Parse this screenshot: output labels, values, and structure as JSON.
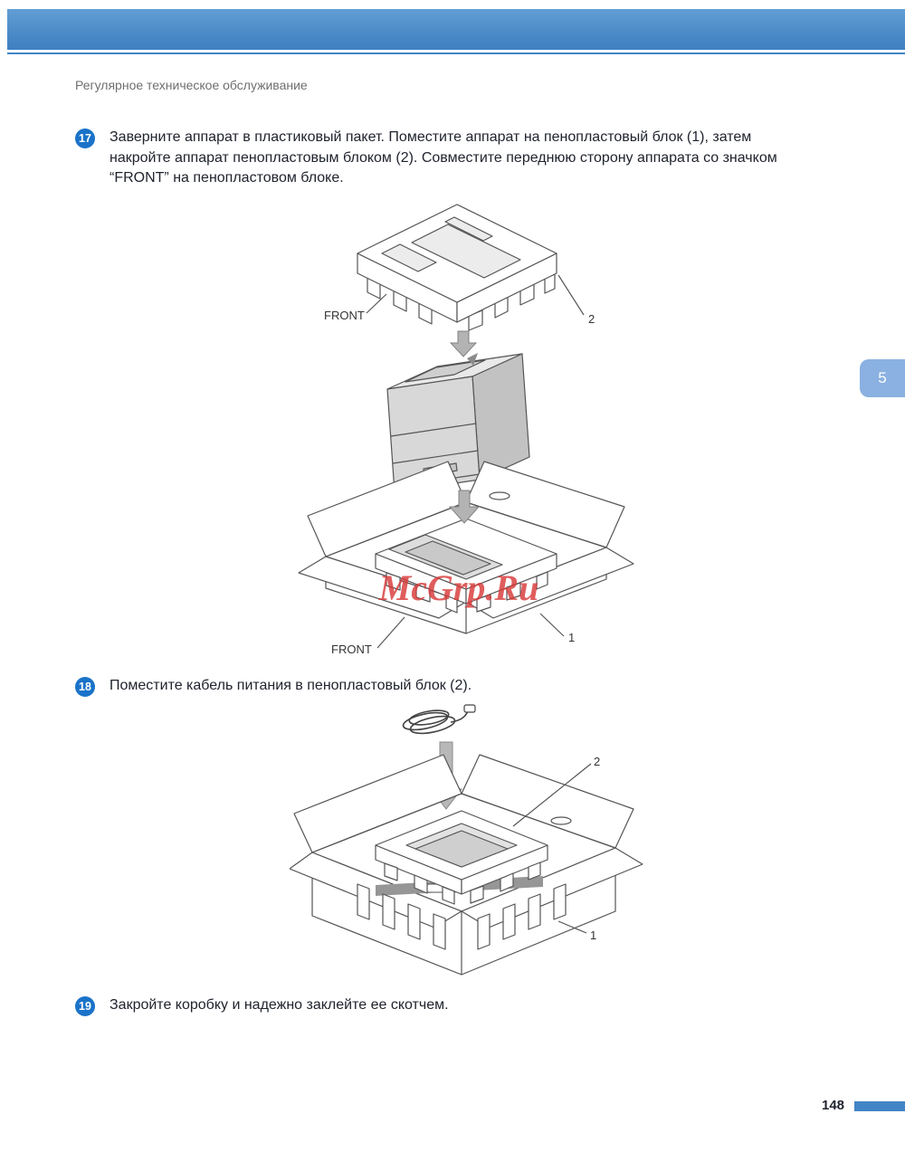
{
  "page": {
    "running_header": "Регулярное техническое обслуживание",
    "page_number": "148",
    "chapter_tab": "5"
  },
  "steps": [
    {
      "number": "17",
      "text": "Заверните аппарат в пластиковый пакет. Поместите аппарат на пенопластовый блок (1), затем накройте аппарат пенопластовым блоком (2). Совместите переднюю сторону аппарата со значком “FRONT” на пенопластовом блоке."
    },
    {
      "number": "18",
      "text": "Поместите кабель питания в пенопластовый блок (2)."
    },
    {
      "number": "19",
      "text": "Закройте коробку и надежно заклейте ее скотчем."
    }
  ],
  "figures": {
    "fig1": {
      "front_label": "FRONT",
      "callout_2": "2"
    },
    "fig2": {
      "front_label": "FRONT",
      "callout_1": "1",
      "watermark": "McGrp.Ru"
    },
    "fig3": {
      "callout_2": "2",
      "callout_1": "1"
    }
  },
  "colors": {
    "accent_blue": "#4285c6",
    "badge_blue": "#1a73c9",
    "tab_blue": "#8ab1e1",
    "watermark_red": "#d83a3a"
  }
}
